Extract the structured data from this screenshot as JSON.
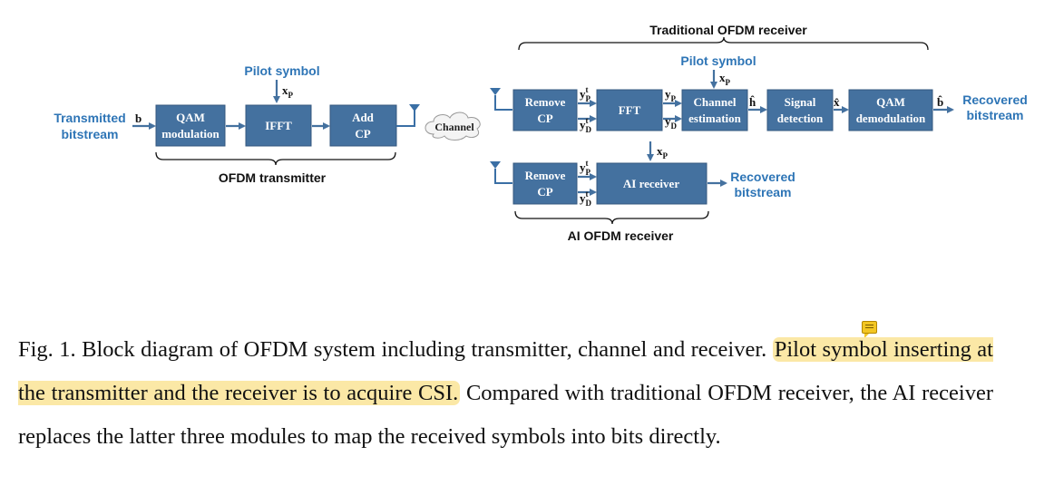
{
  "colors": {
    "block_fill": "#44719f",
    "block_text": "#ffffff",
    "label_text": "#2e75b6",
    "arrow": "#44719f",
    "highlight": "#fbe8a6"
  },
  "icons": {
    "channel": "cloud-icon",
    "antenna": "antenna-icon",
    "comment": "comment-note-icon"
  },
  "transmitter": {
    "input_label_1": "Transmitted",
    "input_label_2": "bitstream",
    "input_symbol": "b",
    "pilot_label": "Pilot symbol",
    "pilot_symbol": "x",
    "pilot_sub": "P",
    "qam_1": "QAM",
    "qam_2": "modulation",
    "ifft": "IFFT",
    "addcp_1": "Add",
    "addcp_2": "CP",
    "title": "OFDM transmitter"
  },
  "channel": {
    "label": "Channel"
  },
  "traditional_receiver": {
    "title": "Traditional OFDM receiver",
    "pilot_label": "Pilot symbol",
    "pilot_symbol": "x",
    "pilot_sub": "P",
    "remove_cp_1": "Remove",
    "remove_cp_2": "CP",
    "fft": "FFT",
    "chest_1": "Channel",
    "chest_2": "estimation",
    "sigdet_1": "Signal",
    "sigdet_2": "detection",
    "qamdemod_1": "QAM",
    "qamdemod_2": "demodulation",
    "yp_t": "y",
    "yp_t_sup": "t",
    "yp_t_sub": "P",
    "yd_t": "y",
    "yd_t_sup": "t",
    "yd_t_sub": "D",
    "yp": "y",
    "yp_sub": "P",
    "yd": "y",
    "yd_sub": "D",
    "h_hat": "ĥ",
    "x_hat": "x̂",
    "b_hat": "b̂",
    "output_1": "Recovered",
    "output_2": "bitstream"
  },
  "ai_receiver": {
    "title": "AI OFDM receiver",
    "pilot_symbol": "x",
    "pilot_sub": "P",
    "remove_cp_1": "Remove",
    "remove_cp_2": "CP",
    "ai_block": "AI receiver",
    "yp_t": "y",
    "yp_t_sup": "t",
    "yp_t_sub": "P",
    "yd_t": "y",
    "yd_t_sup": "t",
    "yd_t_sub": "D",
    "output_1": "Recovered",
    "output_2": "bitstream"
  },
  "caption": {
    "part1": "Fig. 1. Block diagram of OFDM system including transmitter, channel and receiver. ",
    "highlight": "Pilot symbol inserting at the transmitter and the receiver is to acquire CSI.",
    "part2": " Compared with traditional OFDM receiver, the AI receiver replaces the latter three modules to map the received symbols into bits directly."
  }
}
